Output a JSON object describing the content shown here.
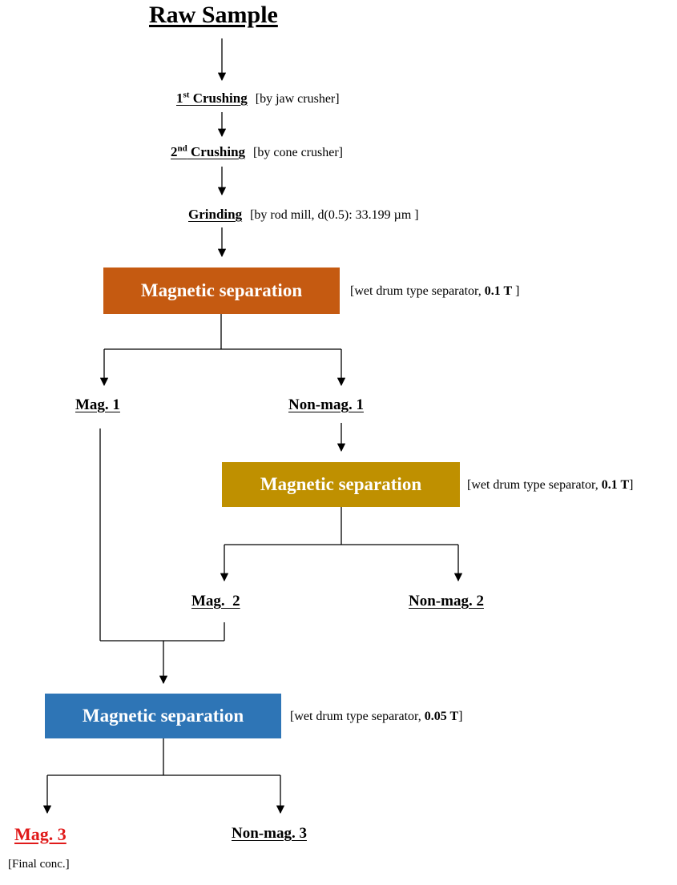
{
  "title": "Raw Sample",
  "steps": [
    {
      "label": "1",
      "sup": "st",
      "label_rest": " Crushing",
      "note": "[by jaw crusher]"
    },
    {
      "label": "2",
      "sup": "nd",
      "label_rest": " Crushing",
      "note": "[by cone crusher]"
    },
    {
      "label": "Grinding",
      "note": "[by rod mill, d(0.5): 33.199 µm ]"
    }
  ],
  "separators": [
    {
      "label": "Magnetic separation",
      "color": "#c55a11",
      "condition_prefix": "[wet drum type separator, ",
      "condition_value": "0.1 T",
      "condition_suffix": " ]"
    },
    {
      "label": "Magnetic separation",
      "color": "#bf9000",
      "condition_prefix": "[wet drum type separator, ",
      "condition_value": "0.1 T",
      "condition_suffix": "]"
    },
    {
      "label": "Magnetic separation",
      "color": "#2e75b6",
      "condition_prefix": "[wet drum type separator, ",
      "condition_value": "0.05 T",
      "condition_suffix": "]"
    }
  ],
  "products": {
    "mag1": "Mag. 1",
    "nonmag1": "Non-mag. 1",
    "mag2": "Mag.  2",
    "nonmag2": "Non-mag. 2",
    "mag3": "Mag. 3",
    "nonmag3": "Non-mag. 3",
    "final_note": "[Final conc.]",
    "final_color": "#e01a1a"
  }
}
